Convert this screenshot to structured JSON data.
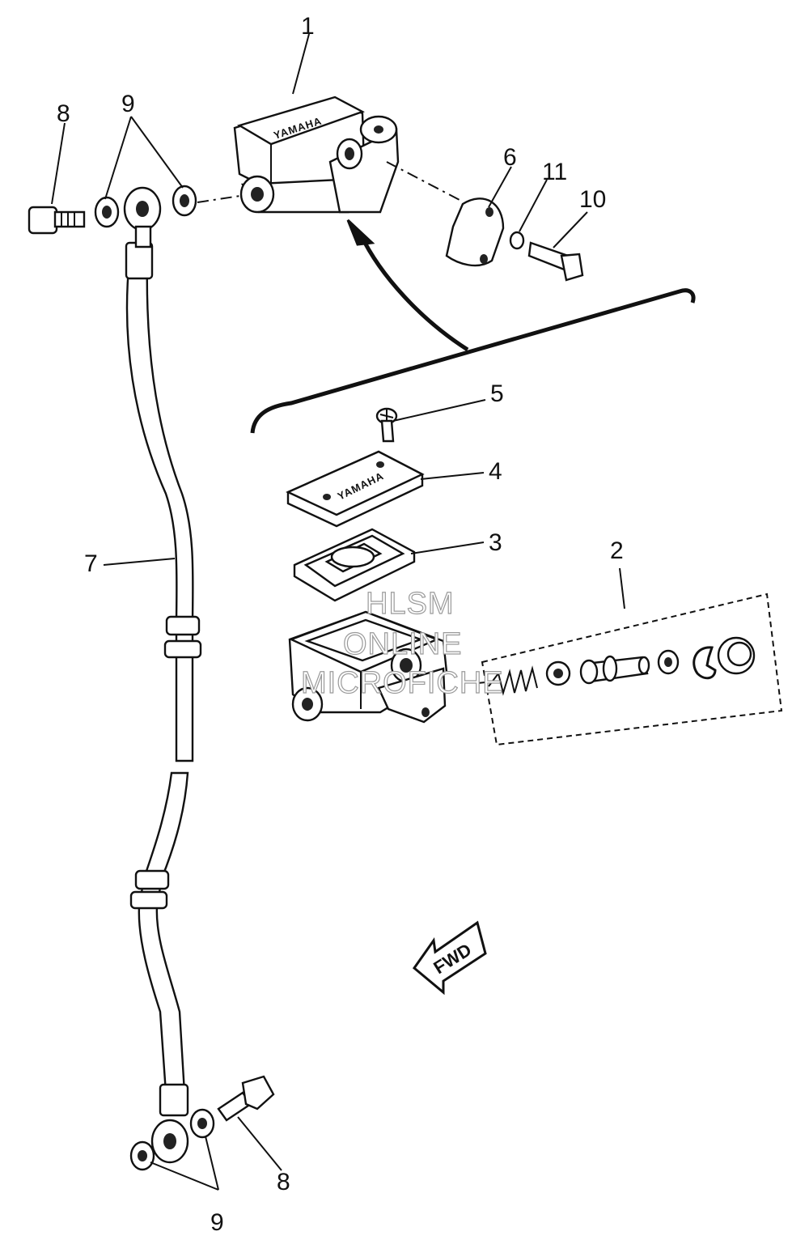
{
  "diagram": {
    "brand_text": "YAMAHA",
    "direction_label": "FWD",
    "callouts": {
      "c1": "1",
      "c2": "2",
      "c3": "3",
      "c4": "4",
      "c5": "5",
      "c6": "6",
      "c7": "7",
      "c8_top": "8",
      "c8_bottom": "8",
      "c9_top": "9",
      "c9_bottom": "9",
      "c10": "10",
      "c11": "11"
    }
  },
  "watermark": {
    "line1": "HLSM",
    "line2": "ONLINE",
    "line3": "MICROFICHE"
  }
}
